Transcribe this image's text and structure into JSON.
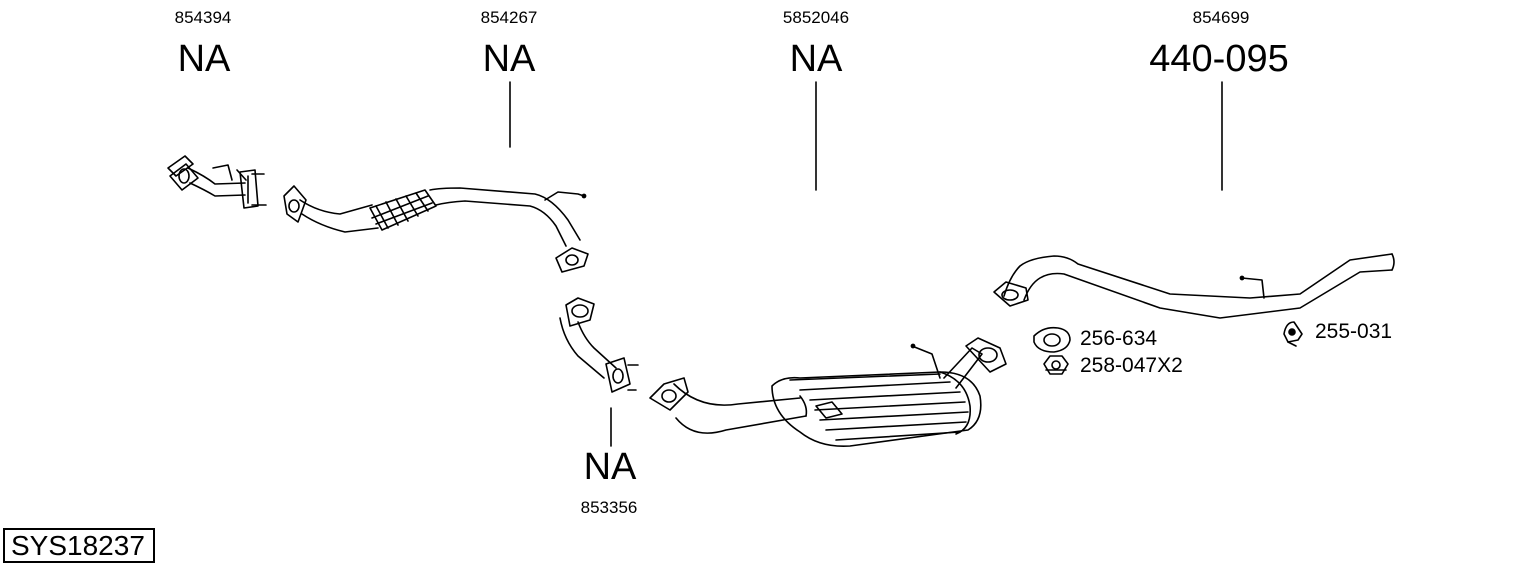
{
  "system_id": "SYS18237",
  "parts": [
    {
      "ref": "854394",
      "code": "NA"
    },
    {
      "ref": "854267",
      "code": "NA"
    },
    {
      "ref": "5852046",
      "code": "NA"
    },
    {
      "ref": "854699",
      "code": "440-095"
    },
    {
      "ref": "853356",
      "code": "NA"
    }
  ],
  "accessories": [
    {
      "code": "256-634",
      "icon": "gasket-icon"
    },
    {
      "code": "258-047X2",
      "icon": "nut-icon"
    },
    {
      "code": "255-031",
      "icon": "rubber-hanger-icon"
    }
  ],
  "colors": {
    "line": "#000000",
    "background": "#ffffff"
  }
}
